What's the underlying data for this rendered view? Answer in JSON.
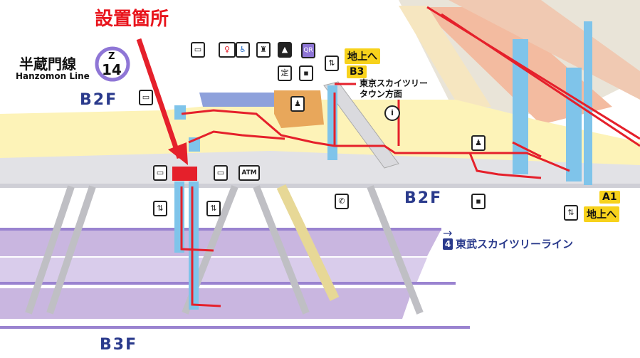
{
  "annotation": {
    "text": "設置箇所",
    "color": "#e8141c"
  },
  "line": {
    "name": "半蔵門線",
    "name_en": "Hanzomon Line",
    "letter": "Z",
    "number": "14",
    "badge_color": "#8f76d6"
  },
  "floors": {
    "b2f_left": "B2F",
    "b2f_right": "B2F",
    "b3f": "B3F"
  },
  "exits": {
    "b3": {
      "tag": "B3",
      "text": "地上へ"
    },
    "a1": {
      "tag": "A1",
      "text": "地上へ"
    }
  },
  "direction_label": "東京スカイツリー\nタウン方面",
  "transfer": {
    "number": "4",
    "text": "東武スカイツリーライン"
  },
  "icons": {
    "atm": "ATM",
    "teiki": "定",
    "qr": "QR",
    "info": "i",
    "phone": "✆"
  },
  "colors": {
    "concourse": "#fdf3b8",
    "floor": "#e4e4e8",
    "platform": "#c9b6e0",
    "track": "#9a83d0",
    "stair": "#f2c7a9",
    "route": "#e5202b",
    "elevator": "#7fc4ea"
  }
}
